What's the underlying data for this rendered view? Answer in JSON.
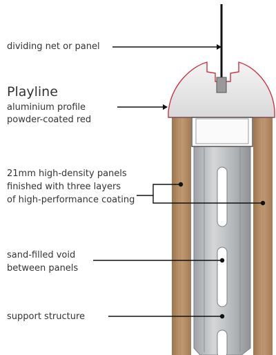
{
  "product_name": "Playline",
  "labels": {
    "divider": "dividing net or panel",
    "profile_line1": "aluminium profile",
    "profile_line2": "powder-coated red",
    "panels_line1": "21mm high-density panels",
    "panels_line2": "finished with three layers",
    "panels_line3": "of high-performance coating",
    "void_line1": "sand-filled void",
    "void_line2": "between panels",
    "support": "support structure"
  },
  "colors": {
    "wood": "#a9835d",
    "wood_light": "#c6a07a",
    "profile": "#e9e9e9",
    "profile_edge": "#cc3344",
    "steel": "#b9bcbe",
    "steel_dark": "#8e9295",
    "text": "#333333"
  }
}
